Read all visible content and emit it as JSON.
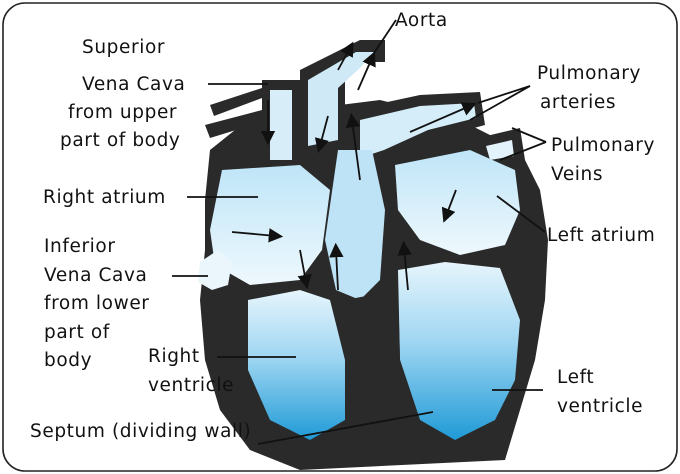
{
  "diagram": {
    "labels": {
      "superior": "Superior",
      "svc_line1": "Vena Cava",
      "svc_line2": "from upper",
      "svc_line3": "part of body",
      "aorta": "Aorta",
      "pulmonary_arteries_line1": "Pulmonary",
      "pulmonary_arteries_line2": "arteries",
      "pulmonary_veins_line1": "Pulmonary",
      "pulmonary_veins_line2": "Veins",
      "right_atrium": "Right atrium",
      "left_atrium": "Left atrium",
      "ivc_line1": "Inferior",
      "ivc_line2": "Vena Cava",
      "ivc_line3": "from lower",
      "ivc_line4": "part of",
      "ivc_line5": "body",
      "right_ventricle_line1": "Right",
      "right_ventricle_line2": "ventricle",
      "left_ventricle_line1": "Left",
      "left_ventricle_line2": "ventricle",
      "septum": "Septum (dividing wall)"
    },
    "colors": {
      "wall": "#2a2a2a",
      "blood_light": "#e6f5fc",
      "blood_dark": "#1f9ad6",
      "border": "#222222"
    }
  }
}
